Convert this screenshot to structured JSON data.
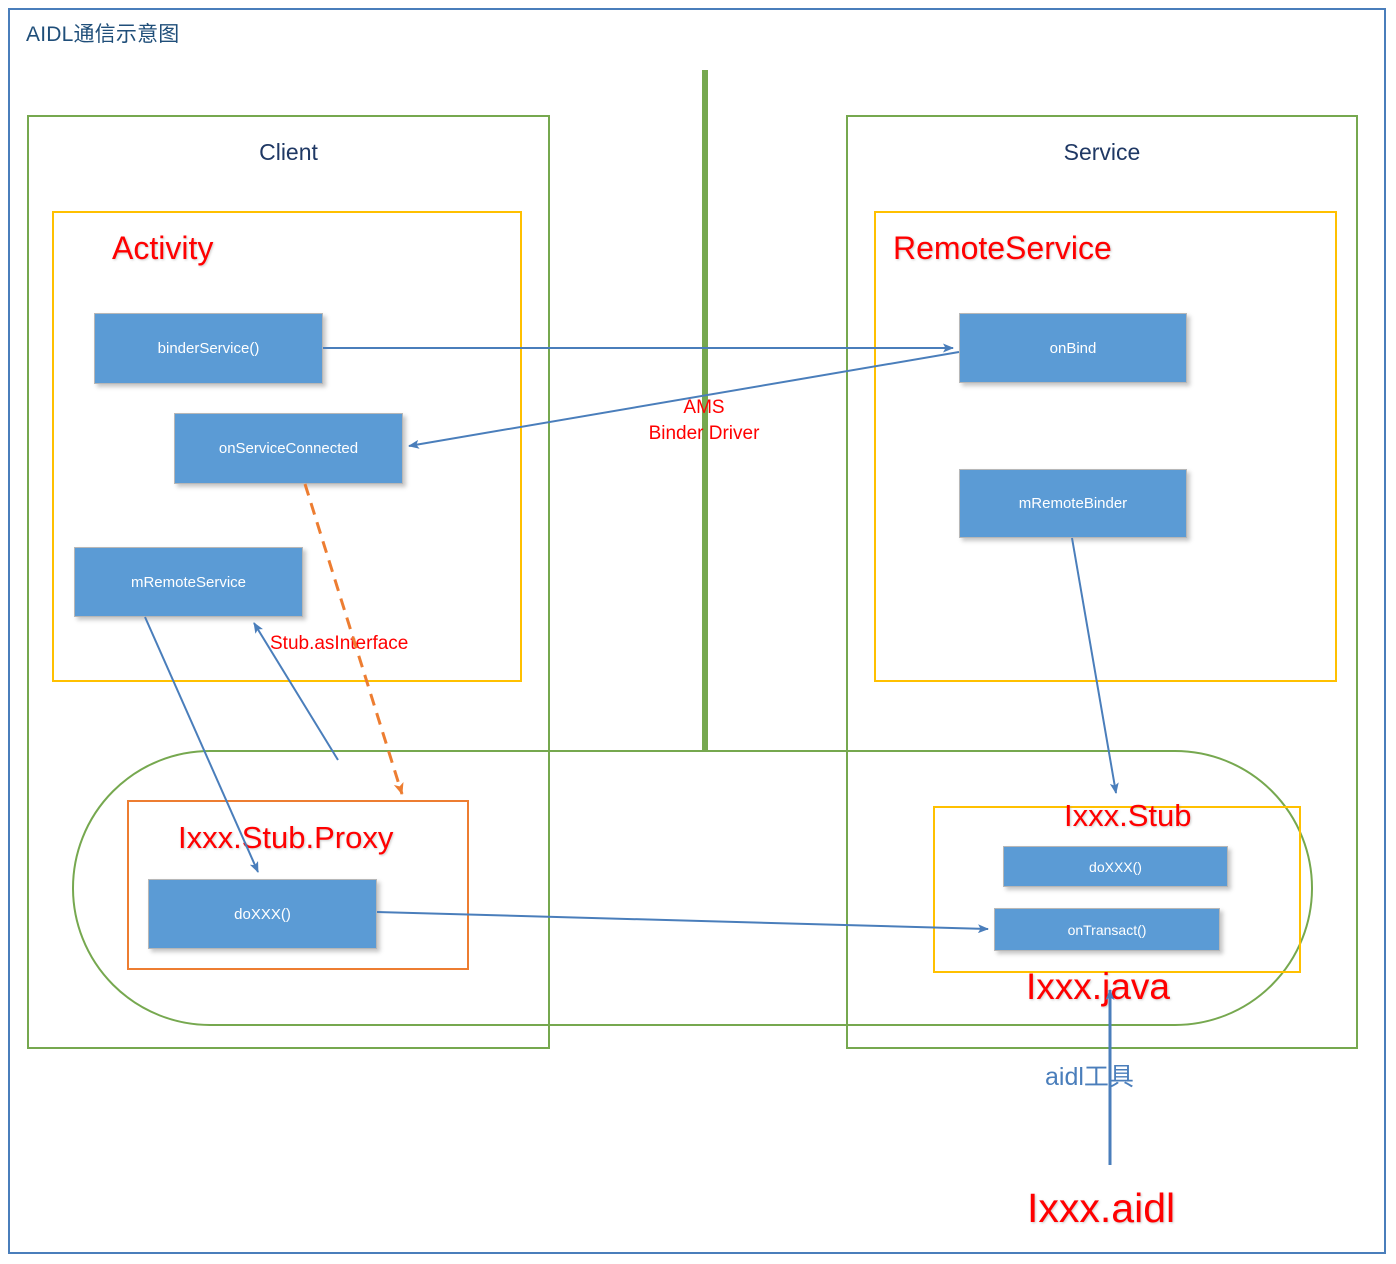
{
  "diagram": {
    "title": "AIDL通信示意图",
    "colors": {
      "frame_border": "#4a7ebb",
      "green_container": "#76a84f",
      "yellow_container": "#ffc000",
      "orange_container": "#ed7d31",
      "blue_box_fill": "#5b9bd5",
      "red_text": "#ff0000",
      "title_text": "#1f4e79",
      "connector_blue": "#4a7ebb",
      "connector_orange": "#ed7d31"
    }
  },
  "containers": {
    "client": {
      "label": "Client"
    },
    "service": {
      "label": "Service"
    },
    "activity": {
      "label": "Activity"
    },
    "remote_service": {
      "label": "RemoteService"
    },
    "stub_proxy": {
      "label": "Ixxx.Stub.Proxy"
    },
    "stub": {
      "label": "Ixxx.Stub"
    },
    "generated_file": {
      "label": "Ixxx.java"
    }
  },
  "boxes": {
    "binder_service": {
      "label": "binderService()"
    },
    "on_service_connected": {
      "label": "onServiceConnected"
    },
    "m_remote_service": {
      "label": "mRemoteService"
    },
    "on_bind": {
      "label": "onBind"
    },
    "m_remote_binder": {
      "label": "mRemoteBinder"
    },
    "proxy_do_xxx": {
      "label": "doXXX()"
    },
    "stub_do_xxx": {
      "label": "doXXX()"
    },
    "on_transact": {
      "label": "onTransact()"
    }
  },
  "annotations": {
    "ams_line1": "AMS",
    "ams_line2": "Binder Driver",
    "stub_as_interface": "Stub.asInterface",
    "aidl_tool": "aidl工具",
    "aidl_file": "Ixxx.aidl"
  }
}
